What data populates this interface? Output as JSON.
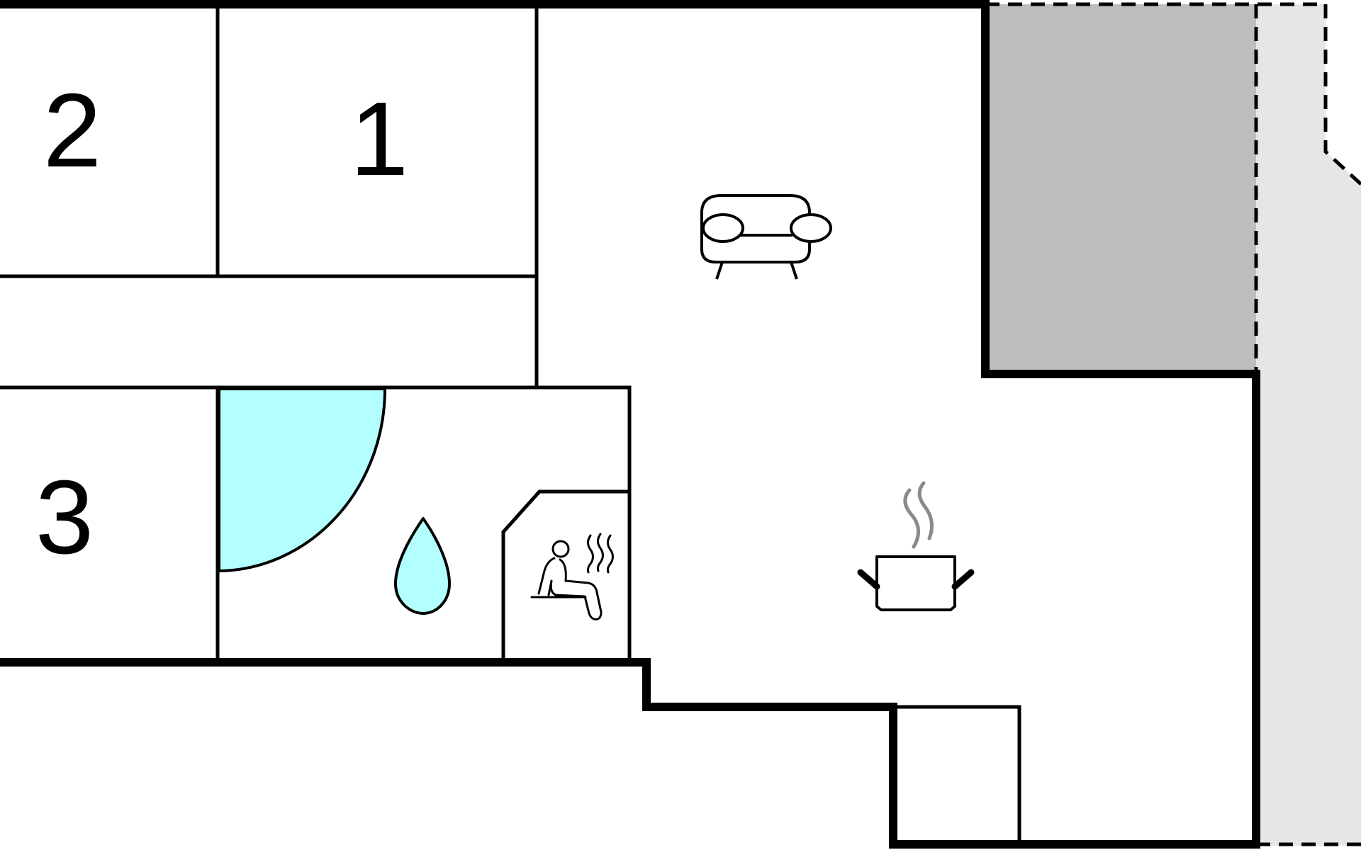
{
  "plan": {
    "rooms": [
      {
        "id": "bedroom-1",
        "number": "1"
      },
      {
        "id": "bedroom-2",
        "number": "2"
      },
      {
        "id": "bedroom-3",
        "number": "3"
      }
    ],
    "icons": [
      {
        "id": "living-room",
        "icon": "sofa-icon"
      },
      {
        "id": "kitchen",
        "icon": "cooking-pot-icon"
      },
      {
        "id": "bathroom",
        "icon": "water-drop-icon"
      },
      {
        "id": "sauna",
        "icon": "sauna-icon"
      }
    ],
    "colors": {
      "wall": "#000000",
      "shower": "#b3ffff",
      "covered_terrace": "#bebebe",
      "open_terrace": "#e6e6e6",
      "steam": "#8a8a8a"
    }
  }
}
